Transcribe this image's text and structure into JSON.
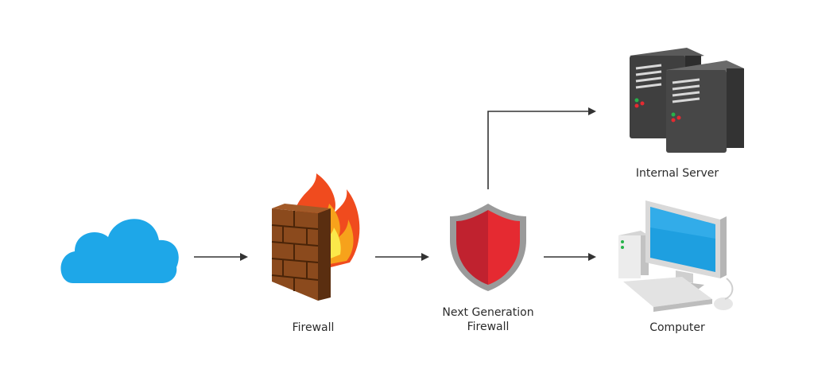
{
  "nodes": {
    "cloud": {
      "icon": "cloud-icon"
    },
    "firewall": {
      "icon": "brick-wall-fire-icon",
      "label": "Firewall"
    },
    "ngfw": {
      "icon": "shield-icon",
      "label_line1": "Next Generation",
      "label_line2": "Firewall"
    },
    "server": {
      "icon": "server-rack-icon",
      "label": "Internal Server"
    },
    "computer": {
      "icon": "desktop-computer-icon",
      "label": "Computer"
    }
  },
  "colors": {
    "cloud": "#1ea7e8",
    "shield_left": "#c0222f",
    "shield_right": "#e52a31",
    "shield_border": "#9a9a9a",
    "brick": "#8b4a1d",
    "fire_outer": "#f04b1e",
    "fire_mid": "#f7a21b",
    "fire_inner": "#fbe84a",
    "server_body": "#3f3f3f",
    "monitor_screen": "#1e9fe0",
    "arrow": "#333333"
  }
}
